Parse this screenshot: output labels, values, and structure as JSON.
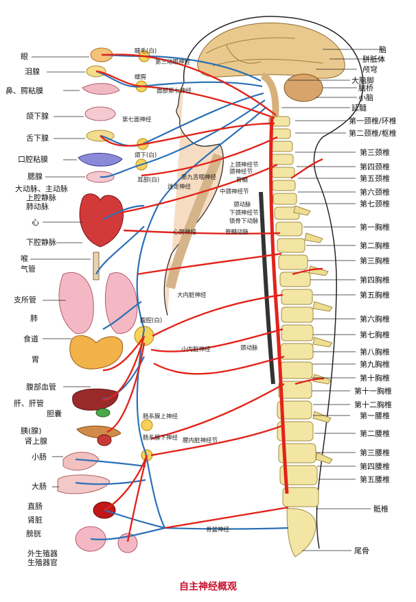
{
  "title": "自主神经概观",
  "colors": {
    "sympathetic": "#e2231a",
    "parasympathetic": "#2a6fb5",
    "bone": "#f3e6a4",
    "brain": "#e9c98c",
    "skin": "#f2d0b0"
  },
  "left_labels": [
    "眼",
    "泪腺",
    "鼻、腭粘膜",
    "颌下腺",
    "舌下腺",
    "口腔粘膜",
    "腮腺",
    "大动脉、主动脉",
    "上腔静脉",
    "肺动脉",
    "心",
    "下腔静脉",
    "喉",
    "气管",
    "支所管",
    "肺",
    "食道",
    "胃",
    "腹部血管",
    "肝、肝管",
    "胆囊",
    "胰(腺)",
    "肾上腺",
    "小肠",
    "大肠",
    "直肠",
    "肾脏",
    "膀胱",
    "外生殖器",
    "生殖器官"
  ],
  "right_labels": [
    "脑",
    "胼胝体",
    "颅穹",
    "大脑脚",
    "脑桥",
    "小脑",
    "延髓",
    "第一颈椎/环椎",
    "第二颈椎/枢椎",
    "第三颈椎",
    "第四颈椎",
    "第五颈椎",
    "第六颈椎",
    "第七颈椎",
    "第一胸椎",
    "第二胸椎",
    "第三胸椎",
    "第四胸椎",
    "第五胸椎",
    "第六胸椎",
    "第七胸椎",
    "第八胸椎",
    "第九胸椎",
    "第十胸椎",
    "第十一胸椎",
    "第十二胸椎",
    "第一腰椎",
    "第二腰椎",
    "第三腰椎",
    "第四腰椎",
    "第五腰椎",
    "骶椎",
    "尾骨"
  ],
  "inner_labels": [
    "睫毛(白)",
    "第三动眼神经",
    "蝶腭",
    "面部第七神经",
    "第七面神经",
    "颌下(白)",
    "耳部(白)",
    "第九舌咽神经",
    "迷走神经",
    "上颈神经节",
    "颈神经节",
    "脊髓",
    "中颈神经节",
    "颈动脉",
    "下颈神经节",
    "锁骨下动脉",
    "脊髓动脉",
    "心肺神经",
    "大内脏神经",
    "腹腔(白)",
    "小内脏神经",
    "颈动脉",
    "肠系膜上神经",
    "肠系膜下神经",
    "腰内脏神经节",
    "骨盆神经"
  ]
}
